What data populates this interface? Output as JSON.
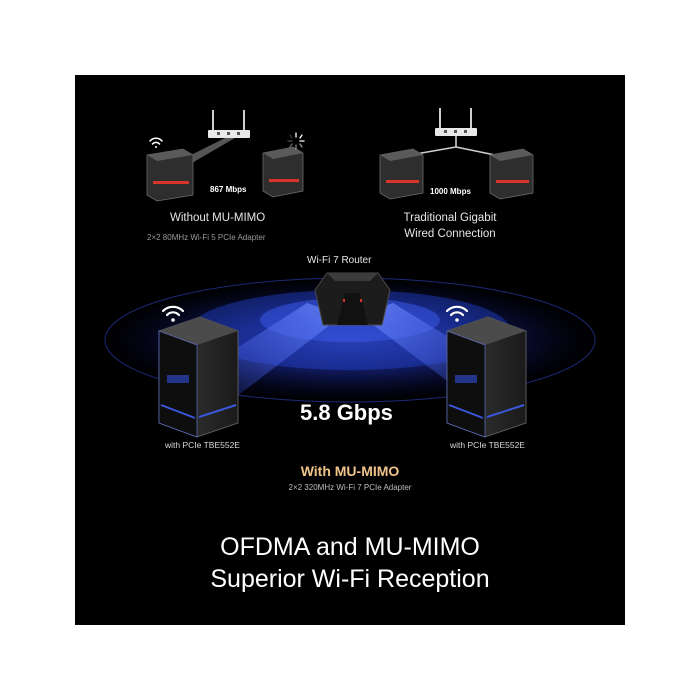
{
  "colors": {
    "panel": "#000000",
    "accent_blue": "#3a57d8",
    "glow_blue": "#1d2fa8",
    "mu_mimo": "#f0c48a",
    "pc_red": "#d8352a"
  },
  "top_left": {
    "speed": "867 Mbps",
    "label": "Without MU-MIMO",
    "sublabel": "2×2 80MHz Wi-Fi 5 PCIe Adapter"
  },
  "top_right": {
    "speed": "1000 Mbps",
    "label_line1": "Traditional Gigabit",
    "label_line2": "Wired Connection"
  },
  "router_label": "Wi-Fi 7 Router",
  "speed_main": "5.8 Gbps",
  "pc_left_label": "with PCIe TBE552E",
  "pc_right_label": "with PCIe TBE552E",
  "mu_label": "With MU-MIMO",
  "mu_sublabel": "2×2 320MHz Wi-Fi 7 PCIe Adapter",
  "headline_line1": "OFDMA and MU-MIMO",
  "headline_line2": "Superior Wi-Fi Reception"
}
